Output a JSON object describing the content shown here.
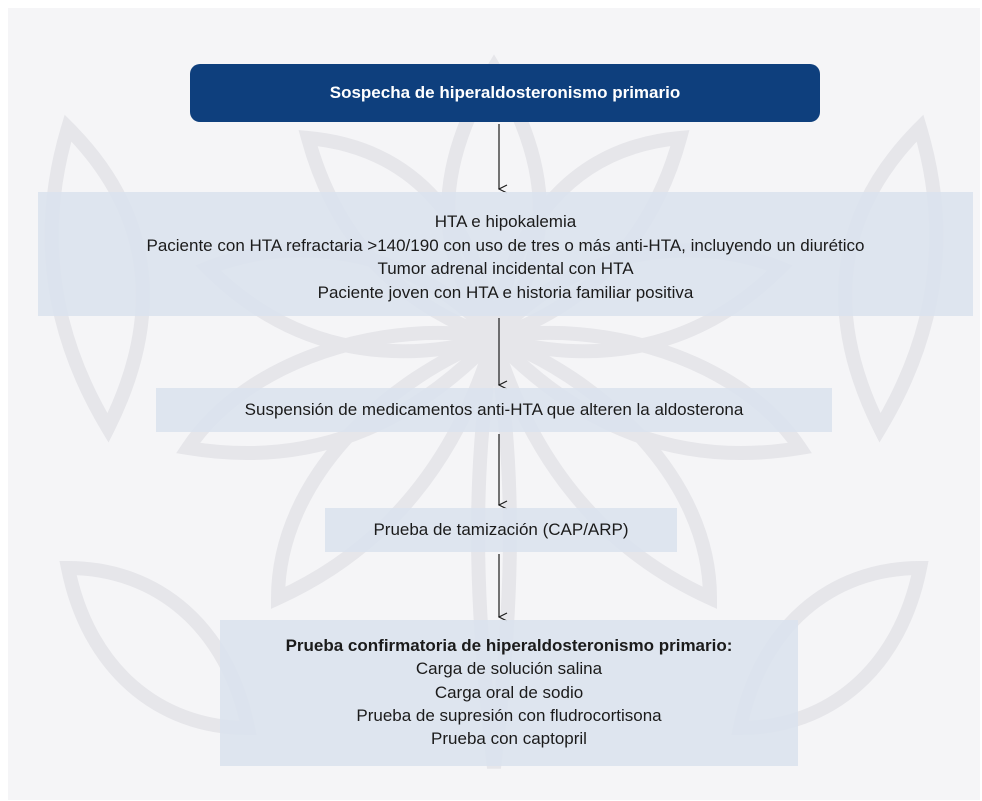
{
  "flowchart": {
    "title": "Sospecha de hiperaldosteronismo primario",
    "criteria": [
      "HTA e hipokalemia",
      "Paciente con HTA refractaria >140/190 con uso de tres o más anti-HTA, incluyendo un diurético",
      "Tumor adrenal incidental con HTA",
      "Paciente joven con HTA e historia familiar positiva"
    ],
    "suspension": "Suspensión de medicamentos anti-HTA que alteren la aldosterona",
    "screening": "Prueba de tamización (CAP/ARP)",
    "confirmatory": {
      "heading": "Prueba confirmatoria de hiperaldosteronismo primario:",
      "items": [
        "Carga de solución salina",
        "Carga oral de sodio",
        "Prueba de supresión con fludrocortisona",
        "Prueba con captopril"
      ]
    }
  },
  "colors": {
    "background": "#f5f5f7",
    "title_box": "#0e3f7d",
    "title_text": "#ffffff",
    "step_box": "#dbe3ee",
    "arrow": "#1b1b1b"
  }
}
